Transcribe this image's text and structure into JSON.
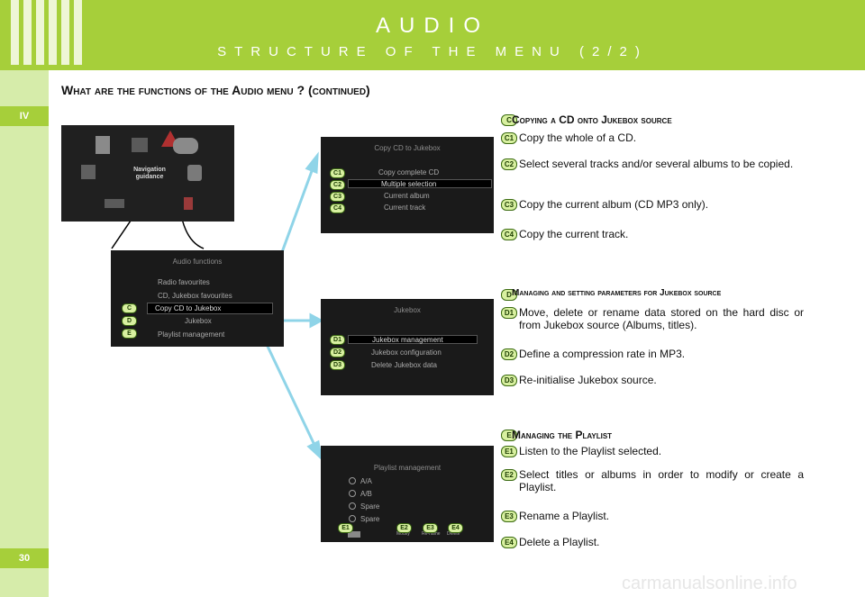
{
  "header": {
    "title": "AUDIO",
    "subtitle": "STRUCTURE OF THE MENU (2/2)"
  },
  "sidebar": {
    "section": "IV",
    "page_number": "30"
  },
  "page_subtitle": "What are the functions of the Audio menu ? (continued)",
  "screens": {
    "main_menu": {
      "label": "Navigation guidance"
    },
    "audio": {
      "header": "Audio functions",
      "items": [
        "Radio favourites",
        "CD, Jukebox favourites",
        "Copy CD to Jukebox",
        "Jukebox",
        "Playlist management"
      ]
    },
    "copy": {
      "header": "Copy CD to Jukebox",
      "items": [
        "Copy complete CD",
        "Multiple selection",
        "Current album",
        "Current track"
      ]
    },
    "jukebox": {
      "header": "Jukebox",
      "items": [
        "Jukebox management",
        "Jukebox configuration",
        "Delete Jukebox data"
      ]
    },
    "playlist": {
      "header": "Playlist management",
      "items": [
        "A/A",
        "A/B",
        "Spare",
        "Spare"
      ],
      "footer": [
        "Modify",
        "Re-name",
        "Delete"
      ]
    }
  },
  "sections": {
    "c": {
      "badge": "C",
      "title": "Copying a CD onto Jukebox source",
      "items": [
        {
          "badge": "C1",
          "text": "Copy the whole of a CD."
        },
        {
          "badge": "C2",
          "text": "Select several tracks and/or several albums to be copied."
        },
        {
          "badge": "C3",
          "text": "Copy the current album (CD MP3 only)."
        },
        {
          "badge": "C4",
          "text": "Copy the current track."
        }
      ]
    },
    "d": {
      "badge": "D",
      "title": "Managing and setting parameters for Jukebox source",
      "items": [
        {
          "badge": "D1",
          "text": "Move, delete or rename data stored on the hard disc or from Jukebox source (Albums, titles)."
        },
        {
          "badge": "D2",
          "text": "Define a compression rate in MP3."
        },
        {
          "badge": "D3",
          "text": "Re-initialise Jukebox source."
        }
      ]
    },
    "e": {
      "badge": "E",
      "title": "Managing the Playlist",
      "items": [
        {
          "badge": "E1",
          "text": "Listen to the Playlist selected."
        },
        {
          "badge": "E2",
          "text": "Select titles or albums in order to modify or create a Playlist."
        },
        {
          "badge": "E3",
          "text": "Rename a Playlist."
        },
        {
          "badge": "E4",
          "text": "Delete a Playlist."
        }
      ]
    }
  },
  "watermark": "carmanualsonline.info",
  "colors": {
    "accent": "#a6cf3a",
    "accent_light": "#d6ecaa",
    "badge": "#d8f0a0",
    "arrow": "#8fd4e8"
  }
}
